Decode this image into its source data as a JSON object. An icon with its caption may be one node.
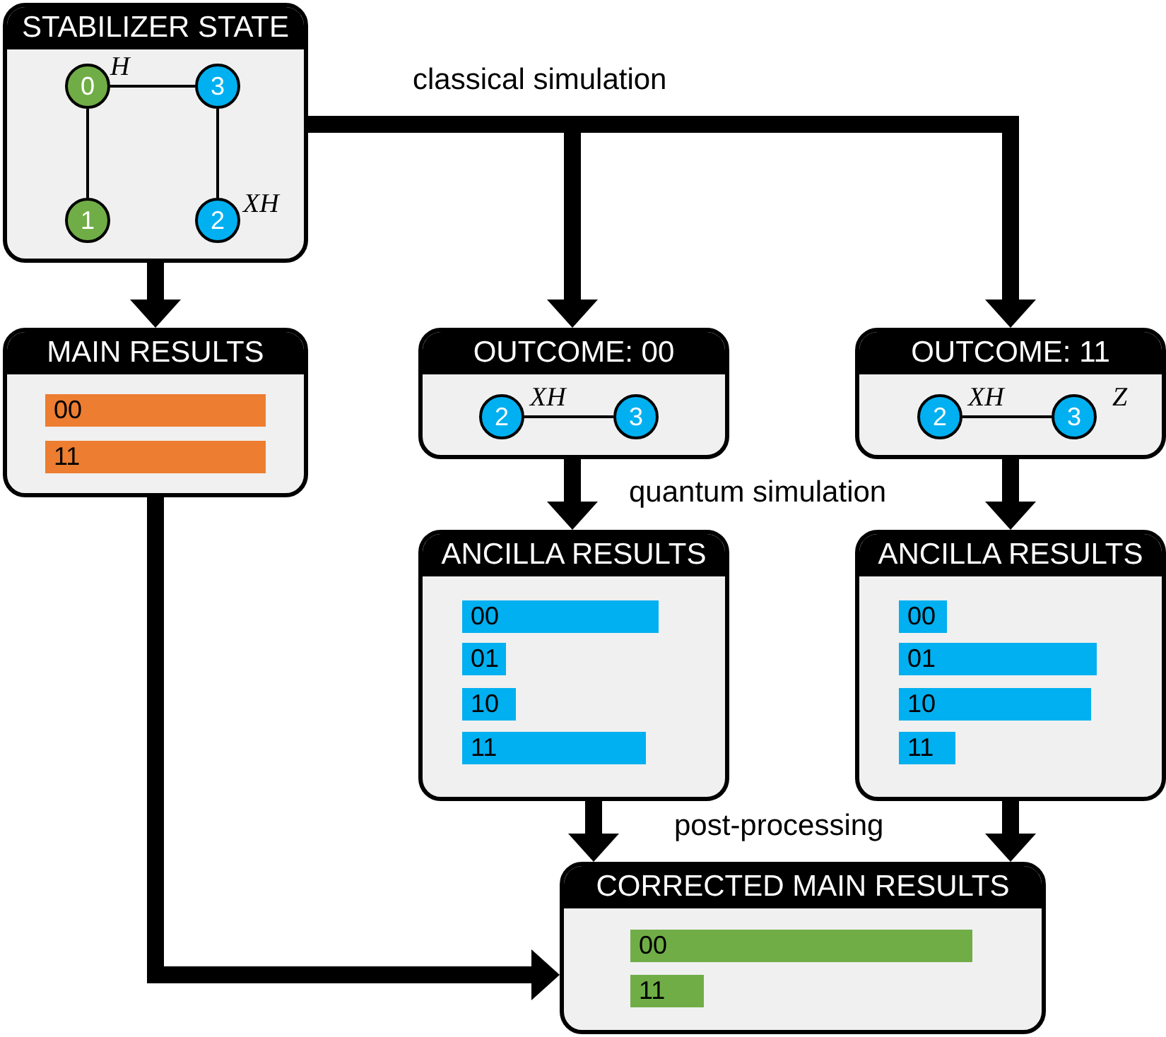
{
  "diagram": {
    "nodes": [
      {
        "text": [
          "STABILIZER STATE"
        ]
      },
      {
        "text": [
          "0"
        ],
        "in": 0,
        "beside": [
          "H"
        ]
      },
      {
        "text": [
          "1"
        ],
        "in": 0
      },
      {
        "text": [
          "3"
        ],
        "in": 0
      },
      {
        "text": [
          "2"
        ],
        "in": 0,
        "beside": [
          "XH"
        ]
      },
      {
        "text": [
          "MAIN RESULTS"
        ]
      },
      {
        "text": [
          "00"
        ],
        "in": 5
      },
      {
        "text": [
          "11"
        ],
        "in": 5
      },
      {
        "text": [
          "OUTCOME: 00"
        ]
      },
      {
        "text": [
          "2"
        ],
        "in": 8,
        "beside": [
          "XH"
        ]
      },
      {
        "text": [
          "3"
        ],
        "in": 8
      },
      {
        "text": [
          "OUTCOME: 11"
        ]
      },
      {
        "text": [
          "2"
        ],
        "in": 11,
        "beside": [
          "XH"
        ]
      },
      {
        "text": [
          "3"
        ],
        "in": 11,
        "beside": [
          "Z"
        ]
      },
      {
        "text": [
          "ANCILLA RESULTS"
        ]
      },
      {
        "text": [
          "00"
        ],
        "in": 14
      },
      {
        "text": [
          "01"
        ],
        "in": 14
      },
      {
        "text": [
          "10"
        ],
        "in": 14
      },
      {
        "text": [
          "11"
        ],
        "in": 14
      },
      {
        "text": [
          "ANCILLA RESULTS"
        ]
      },
      {
        "text": [
          "00"
        ],
        "in": 19
      },
      {
        "text": [
          "01"
        ],
        "in": 19
      },
      {
        "text": [
          "10"
        ],
        "in": 19
      },
      {
        "text": [
          "11"
        ],
        "in": 19
      },
      {
        "text": [
          "CORRECTED MAIN RESULTS"
        ]
      },
      {
        "text": [
          "00"
        ],
        "in": 24
      },
      {
        "text": [
          "11"
        ],
        "in": 24
      }
    ],
    "edges": [
      {
        "from": 1,
        "to": 3,
        "arrow": "none"
      },
      {
        "from": 1,
        "to": 2,
        "arrow": "none"
      },
      {
        "from": 3,
        "to": 4,
        "arrow": "none"
      },
      {
        "from": 9,
        "to": 10,
        "arrow": "none"
      },
      {
        "from": 12,
        "to": 13,
        "arrow": "none"
      },
      {
        "from": 0,
        "to": 5,
        "arrow": "to"
      },
      {
        "from": 0,
        "to": 8,
        "arrow": "to"
      },
      {
        "from": 0,
        "to": 11,
        "arrow": "to"
      },
      {
        "from": 8,
        "to": 14,
        "arrow": "to"
      },
      {
        "from": 11,
        "to": 19,
        "arrow": "to"
      },
      {
        "from": 14,
        "to": 24,
        "arrow": "to"
      },
      {
        "from": 19,
        "to": 24,
        "arrow": "to"
      },
      {
        "from": 5,
        "to": 24,
        "arrow": "to"
      }
    ],
    "labels": [
      "classical simulation",
      "quantum simulation",
      "post-processing"
    ]
  }
}
